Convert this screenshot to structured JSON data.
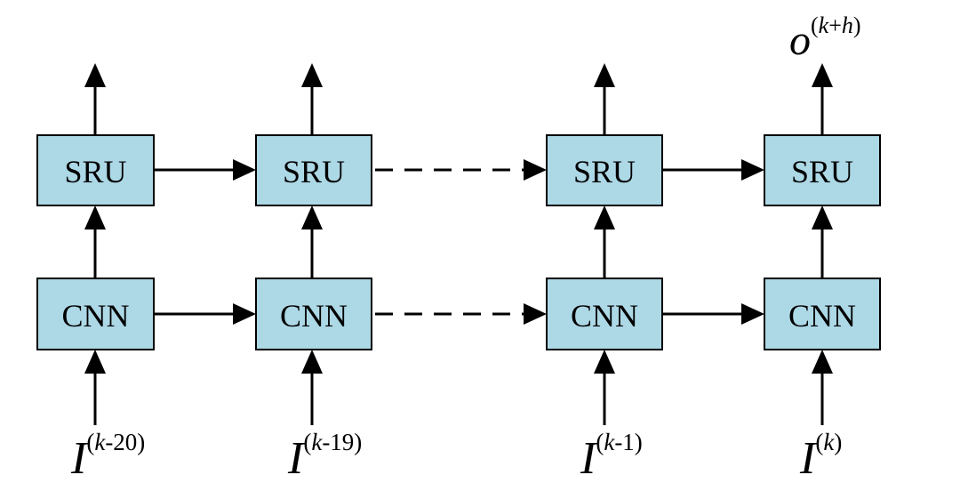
{
  "columns": [
    {
      "sru_label": "SRU",
      "cnn_label": "CNN",
      "input": {
        "base": "I",
        "pre": "(",
        "var": "k",
        "suffix": "-20)"
      }
    },
    {
      "sru_label": "SRU",
      "cnn_label": "CNN",
      "input": {
        "base": "I",
        "pre": "(",
        "var": "k",
        "suffix": "-19)"
      }
    },
    {
      "sru_label": "SRU",
      "cnn_label": "CNN",
      "input": {
        "base": "I",
        "pre": "(",
        "var": "k",
        "suffix": "-1)"
      }
    },
    {
      "sru_label": "SRU",
      "cnn_label": "CNN",
      "input": {
        "base": "I",
        "pre": "(",
        "var": "k",
        "suffix": ")"
      }
    }
  ],
  "output": {
    "base": "o",
    "pre": "(",
    "var1": "k",
    "plus": "+",
    "var2": "h",
    "close": ")"
  }
}
